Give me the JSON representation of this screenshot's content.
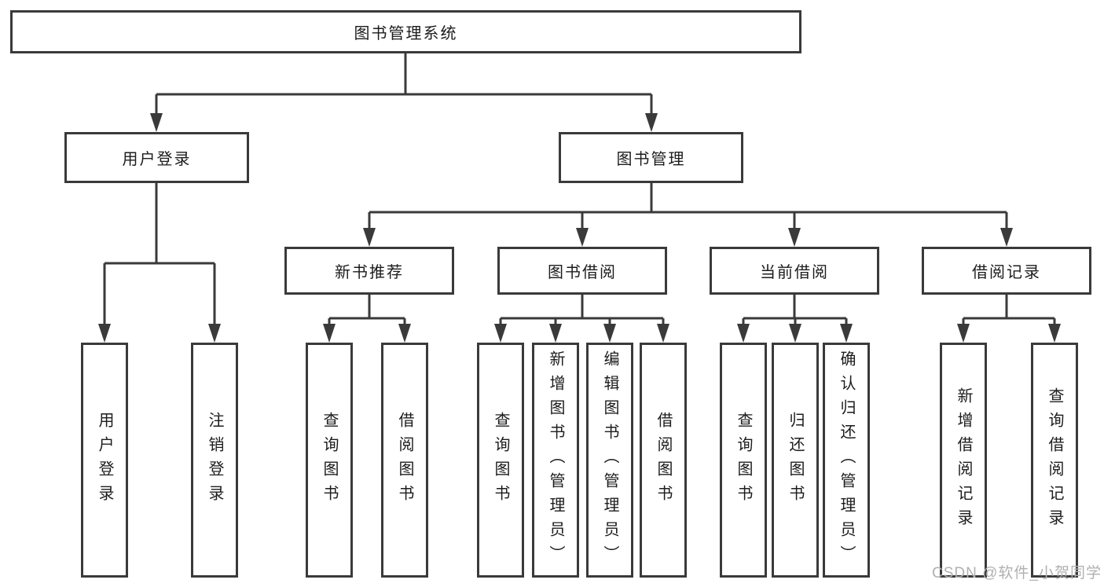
{
  "diagram": {
    "root": "图书管理系统",
    "level2": {
      "user_login": "用户登录",
      "book_mgmt": "图书管理"
    },
    "level3": {
      "new_rec": "新书推荐",
      "borrow": "图书借阅",
      "current": "当前借阅",
      "records": "借阅记录"
    },
    "leaves": {
      "user": [
        "用户登录",
        "注销登录"
      ],
      "new_rec": [
        "查询图书",
        "借阅图书"
      ],
      "borrow": [
        "查询图书",
        "新增图书（管理员）",
        "编辑图书（管理员）",
        "借阅图书"
      ],
      "current": [
        "查询图书",
        "归还图书",
        "确认归还（管理员）"
      ],
      "records": [
        "新增借阅记录",
        "查询借阅记录"
      ]
    },
    "watermark": "CSDN @软件_小贺同学",
    "colors": {
      "line": "#3a3a3a",
      "text": "#1c1c1c",
      "watermark": "#b0b0b0",
      "background": "#ffffff"
    }
  }
}
